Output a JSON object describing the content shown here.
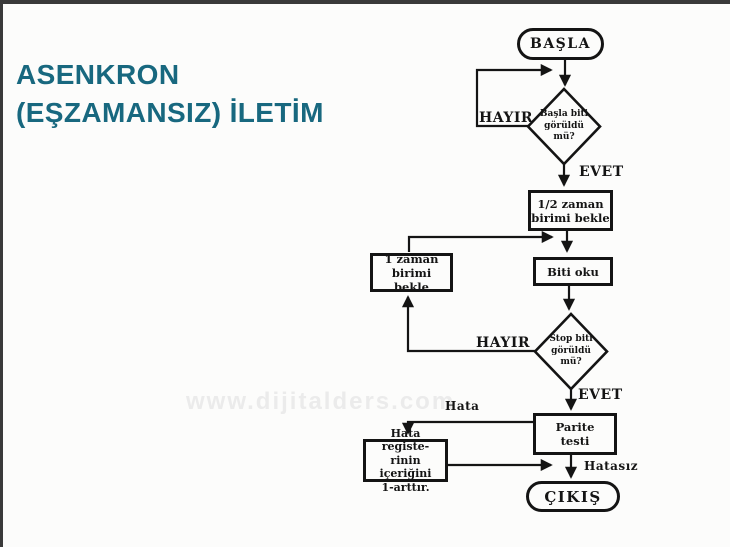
{
  "slide": {
    "title": {
      "line1": "ASENKRON",
      "line2": "(EŞZAMANSIZ) İLETİM"
    },
    "watermark": "www.dijitalders.com",
    "colors": {
      "title_text": "#18687f",
      "diagram_ink": "#141414",
      "frame": "#3a3a3a",
      "watermark": "#ebebeb",
      "background": "#fcfcfb"
    }
  },
  "flowchart": {
    "start_label": "BAŞLA",
    "end_label": "ÇIKIŞ",
    "decision_start_bit": {
      "line1": "Başla biti",
      "line2": "görüldü",
      "line3": "mü?"
    },
    "decision_stop_bit": {
      "line1": "Stop biti",
      "line2": "görüldü",
      "line3": "mü?"
    },
    "box_half_time_wait": {
      "line1": "1/2 zaman",
      "line2": "birimi bekle"
    },
    "box_read_bit": "Biti oku",
    "box_one_time_wait": {
      "line1": "1 zaman",
      "line2": "birimi bekle"
    },
    "box_parity_test": {
      "line1": "Parite",
      "line2": "testi"
    },
    "box_error_register": {
      "line1": "Hata registe-",
      "line2": "rinin içeriğini",
      "line3": "1-arttır."
    },
    "labels": {
      "no_top": "HAYIR",
      "yes_top": "EVET",
      "no_bottom": "HAYIR",
      "yes_bottom": "EVET",
      "error": "Hata",
      "no_error": "Hatasız"
    }
  }
}
